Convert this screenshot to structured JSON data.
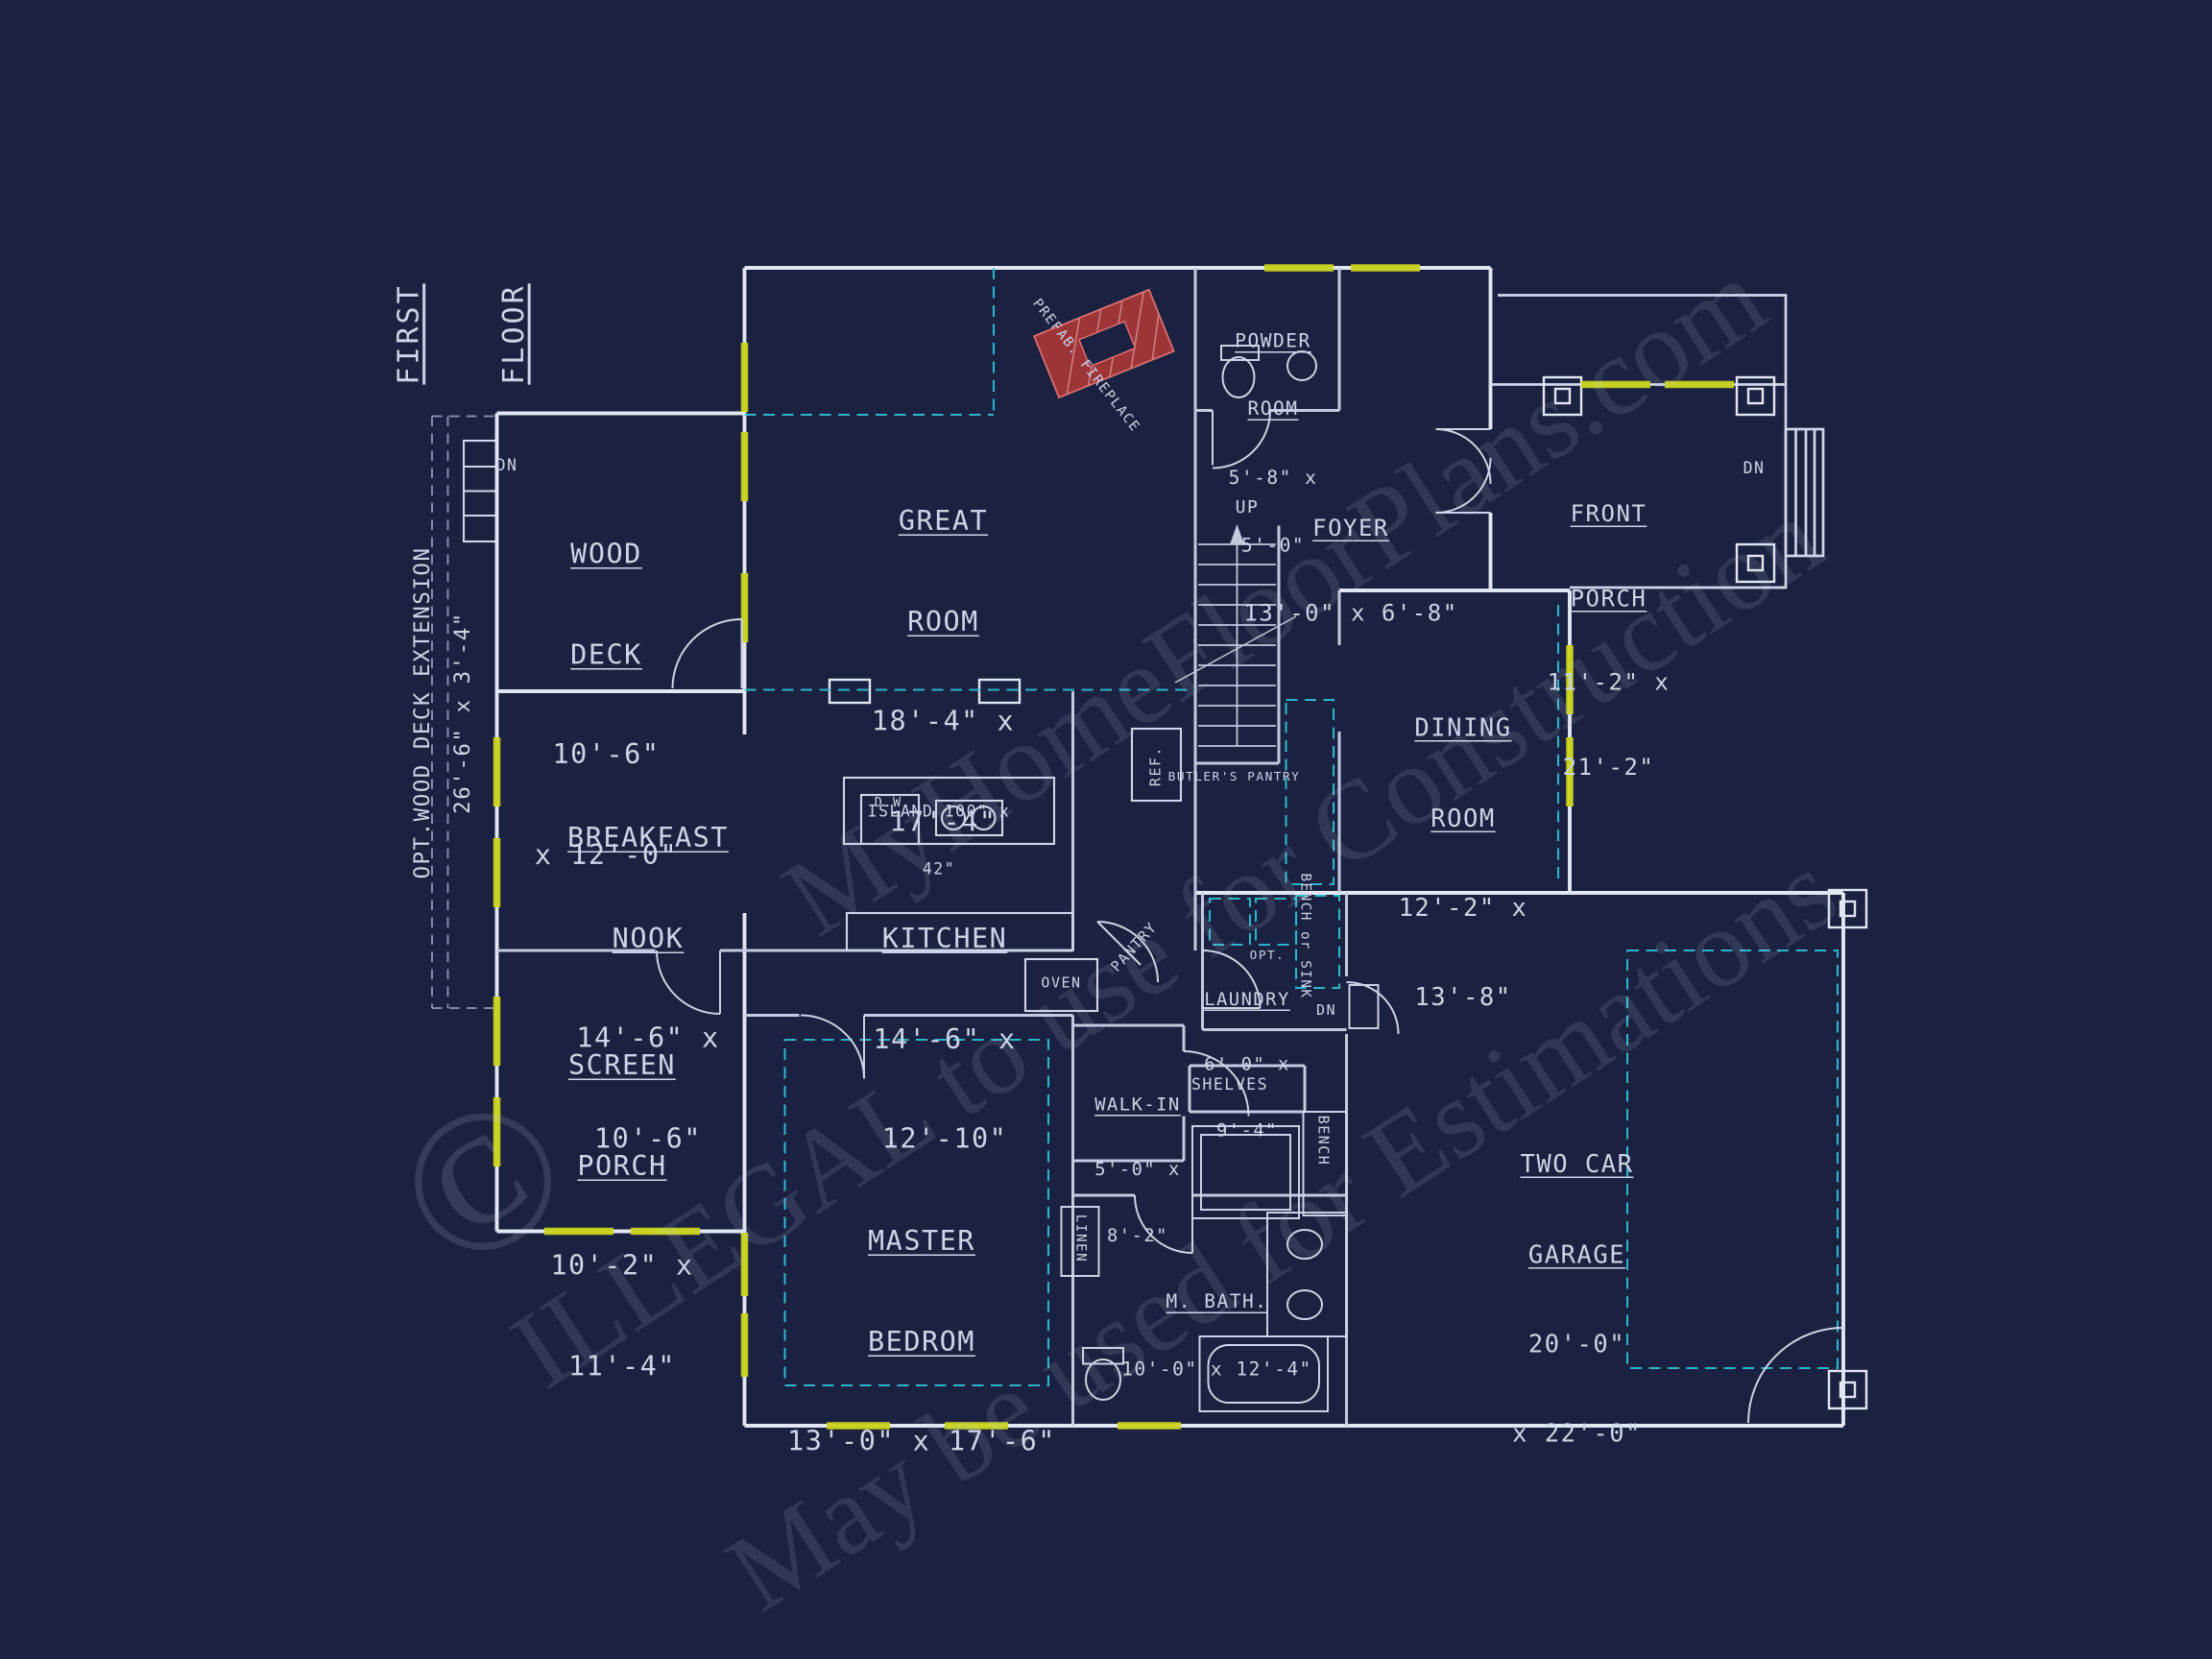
{
  "colors": {
    "background": "#1b2140",
    "wall": "#e2e7f2",
    "interior_wall": "#c2cadd",
    "window_accent": "#c9d41c",
    "dashed_cyan": "#2fc6da",
    "fireplace_red": "#9c3438",
    "label_text": "#ccd5e8",
    "watermark": "#c7cfe6"
  },
  "title": {
    "lines": [
      "FIRST",
      "FLOOR"
    ]
  },
  "left_note": {
    "text": "OPT.WOOD DECK EXTENSION",
    "dims": "26'-6\" x 3'-4\""
  },
  "rooms": [
    {
      "id": "wood-deck",
      "name": [
        "WOOD",
        "DECK"
      ],
      "dims": [
        "10'-6\"",
        "x 12'-0\""
      ]
    },
    {
      "id": "great-room",
      "name": [
        "GREAT",
        "ROOM"
      ],
      "dims": [
        "18'-4\" x",
        "17'-4\""
      ]
    },
    {
      "id": "powder-room",
      "name": [
        "POWDER",
        "ROOM"
      ],
      "dims": [
        "5'-8\" x",
        "5'-0\""
      ]
    },
    {
      "id": "foyer",
      "name": [
        "FOYER"
      ],
      "dims": [
        "13'-0\" x 6'-8\""
      ]
    },
    {
      "id": "front-porch",
      "name": [
        "FRONT",
        "PORCH"
      ],
      "dims": [
        "11'-2\" x",
        "21'-2\""
      ]
    },
    {
      "id": "dining-room",
      "name": [
        "DINING",
        "ROOM"
      ],
      "dims": [
        "12'-2\" x",
        "13'-8\""
      ]
    },
    {
      "id": "breakfast-nook",
      "name": [
        "BREAKFAST",
        "NOOK"
      ],
      "dims": [
        "14'-6\" x",
        "10'-6\""
      ]
    },
    {
      "id": "kitchen",
      "name": [
        "KITCHEN"
      ],
      "dims": [
        "14'-6\" x",
        "12'-10\""
      ]
    },
    {
      "id": "screen-porch",
      "name": [
        "SCREEN",
        "PORCH"
      ],
      "dims": [
        "10'-2\" x",
        "11'-4\""
      ]
    },
    {
      "id": "master-bedroom",
      "name": [
        "MASTER",
        "BEDROM"
      ],
      "dims": [
        "13'-0\" x 17'-6\""
      ]
    },
    {
      "id": "walk-in",
      "name": [
        "WALK-IN"
      ],
      "dims": [
        "5'-0\" x",
        "8'-2\""
      ]
    },
    {
      "id": "laundry",
      "name": [
        "LAUNDRY"
      ],
      "dims": [
        "6'-0\" x",
        "9'-4\""
      ]
    },
    {
      "id": "m-bath",
      "name": [
        "M. BATH."
      ],
      "dims": [
        "10'-0\" x 12'-4\""
      ]
    },
    {
      "id": "two-car-garage",
      "name": [
        "TWO CAR",
        "GARAGE"
      ],
      "dims": [
        "20'-0\"",
        "x 22'-0\""
      ]
    }
  ],
  "island": {
    "line1": "ISLAND 100\" x",
    "line2": "42\""
  },
  "notes": {
    "dn": "DN",
    "up": "UP",
    "ref": "REF.",
    "butlers_pantry": "BUTLER'S PANTRY",
    "pantry": "PANTRY",
    "oven": "OVEN",
    "shelves": "SHELVES",
    "bench": "BENCH",
    "bench_or_sink": "BENCH or SINK",
    "opt": "OPT.",
    "linen": "LINEN",
    "dw": "D.W.",
    "prefab_fireplace": "PREFAB. FIREPLACE"
  },
  "watermarks": {
    "site": "MyHomeFloorPlans.com",
    "illegal": "ILLEGAL to use for Construction",
    "estimate": "May be used for Estimations",
    "copyright": "©"
  }
}
